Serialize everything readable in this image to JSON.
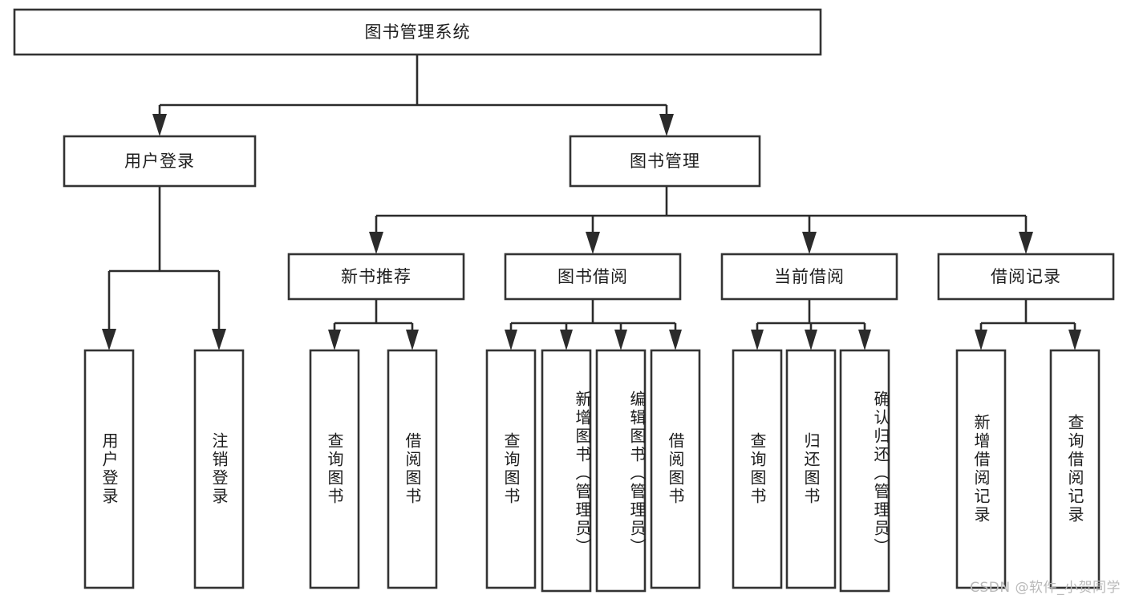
{
  "diagram": {
    "title": "图书管理系统",
    "type": "tree-hierarchy-chart",
    "root": {
      "label": "图书管理系统"
    },
    "level2": [
      {
        "label": "用户登录"
      },
      {
        "label": "图书管理"
      }
    ],
    "level3": [
      {
        "label": "新书推荐"
      },
      {
        "label": "图书借阅"
      },
      {
        "label": "当前借阅"
      },
      {
        "label": "借阅记录"
      }
    ],
    "leaves": {
      "user_login": [
        {
          "label": "用户登录"
        },
        {
          "label": "注销登录"
        }
      ],
      "new_book_recommend": [
        {
          "label": "查询图书"
        },
        {
          "label": "借阅图书"
        }
      ],
      "book_borrow": [
        {
          "label": "查询图书"
        },
        {
          "label": "新增图书（管理员）"
        },
        {
          "label": "编辑图书（管理员）"
        },
        {
          "label": "借阅图书"
        }
      ],
      "current_borrow": [
        {
          "label": "查询图书"
        },
        {
          "label": "归还图书"
        },
        {
          "label": "确认归还（管理员）"
        }
      ],
      "borrow_record": [
        {
          "label": "新增借阅记录"
        },
        {
          "label": "查询借阅记录"
        }
      ]
    }
  },
  "watermark": {
    "text": "CSDN @软件_小贺同学"
  },
  "colors": {
    "box_stroke": "#333333",
    "connector": "#2b2b2b",
    "text": "#1d1d1d",
    "background": "#ffffff",
    "watermark": "#b9b9b9"
  }
}
